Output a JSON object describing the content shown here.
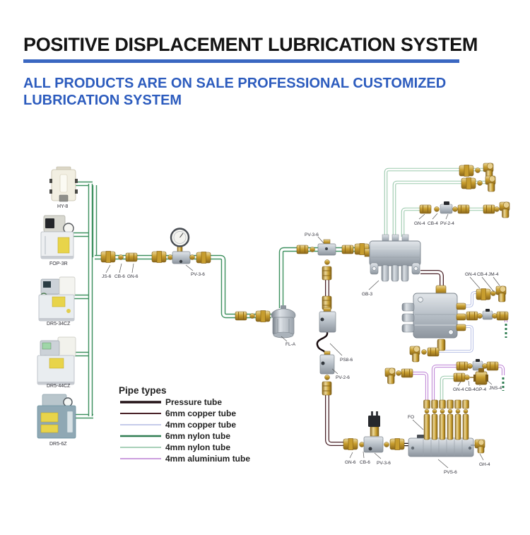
{
  "header": {
    "title": "POSITIVE DISPLACEMENT LUBRICATION SYSTEM",
    "subtitle_line1": "ALL PRODUCTS ARE ON SALE PROFESSIONAL CUSTOMIZED",
    "subtitle_line2": "LUBRICATION SYSTEM",
    "accent_color": "#3a67c1",
    "subtitle_color": "#2d5cbe"
  },
  "legend": {
    "title": "Pipe types",
    "items": [
      {
        "label": "Pressure tube",
        "color": "#231318",
        "width": 3.4
      },
      {
        "label": "6mm copper tube",
        "color": "#4a2228",
        "width": 2.0
      },
      {
        "label": "4mm copper tube",
        "color": "#b3bce4",
        "width": 1.6
      },
      {
        "label": "6mm nylon tube",
        "color": "#2f7d52",
        "width": 2.4
      },
      {
        "label": "4mm nylon tube",
        "color": "#9ccaae",
        "width": 1.8
      },
      {
        "label": "4mm aluminium tube",
        "color": "#bb7fd4",
        "width": 1.4
      }
    ]
  },
  "parts": {
    "hy8": "HY-8",
    "fop3r": "FOP-3R",
    "dr534cz": "DR5-34CZ",
    "dr544cz": "DR5-44CZ",
    "dr56z": "DR5-6Z",
    "js6": "JS-6",
    "cb6": "CB-6",
    "gn6": "GN-6",
    "pv36": "PV-3-6",
    "fla": "FL-A",
    "gb3": "GB-3",
    "ps86": "PS8-6",
    "pv26": "PV-2-6",
    "gn4": "GN-4",
    "cb4": "CB-4",
    "pv24": "PV-2-4",
    "jm4": "JM-4",
    "gp4": "GP-4",
    "jns4": "JNS-4",
    "fo": "FO",
    "pvs6": "PVS-6",
    "gh4": "GH-4"
  }
}
